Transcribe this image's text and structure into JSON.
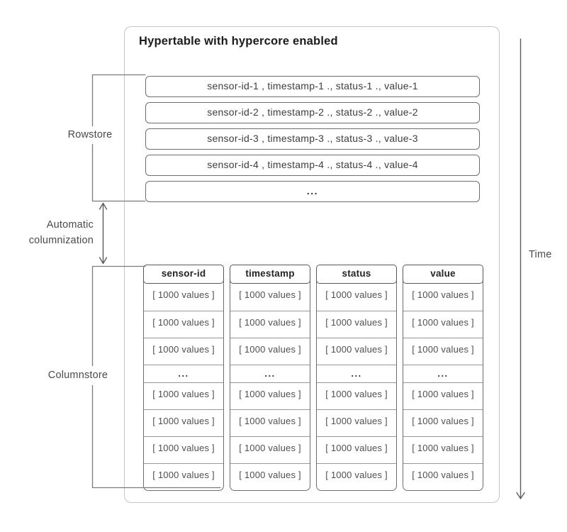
{
  "title": "Hypertable with hypercore enabled",
  "rowstore": {
    "label": "Rowstore",
    "rows": [
      "sensor-id-1 , timestamp-1 ., status-1 ., value-1",
      "sensor-id-2 , timestamp-2 ., status-2 ., value-2",
      "sensor-id-3 , timestamp-3 ., status-3 ., value-3",
      "sensor-id-4 , timestamp-4 ., status-4 ., value-4",
      "..."
    ]
  },
  "transition": {
    "label_line1": "Automatic",
    "label_line2": "columnization"
  },
  "columnstore": {
    "label": "Columnstore",
    "columns": [
      {
        "header": "sensor-id",
        "cells": [
          "[ 1000 values ]",
          "[ 1000 values ]",
          "[ 1000 values ]",
          "...",
          "[ 1000 values ]",
          "[ 1000 values ]",
          "[ 1000 values ]",
          "[ 1000 values ]"
        ]
      },
      {
        "header": "timestamp",
        "cells": [
          "[ 1000 values ]",
          "[ 1000 values ]",
          "[ 1000 values ]",
          "...",
          "[ 1000 values ]",
          "[ 1000 values ]",
          "[ 1000 values ]",
          "[ 1000 values ]"
        ]
      },
      {
        "header": "status",
        "cells": [
          "[ 1000 values ]",
          "[ 1000 values ]",
          "[ 1000 values ]",
          "...",
          "[ 1000 values ]",
          "[ 1000 values ]",
          "[ 1000 values ]",
          "[ 1000 values ]"
        ]
      },
      {
        "header": "value",
        "cells": [
          "[ 1000 values ]",
          "[ 1000 values ]",
          "[ 1000 values ]",
          "...",
          "[ 1000 values ]",
          "[ 1000 values ]",
          "[ 1000 values ]",
          "[ 1000 values ]"
        ]
      }
    ]
  },
  "time_axis": {
    "label": "Time"
  },
  "colors": {
    "box_border": "#6e6e6e",
    "header_border": "#585858",
    "cell_separator": "#979797",
    "container_border": "#c6c6c6",
    "bracket": "#7b7b7b",
    "arrow": "#5c5c5c",
    "text": "#3d3d3d"
  }
}
